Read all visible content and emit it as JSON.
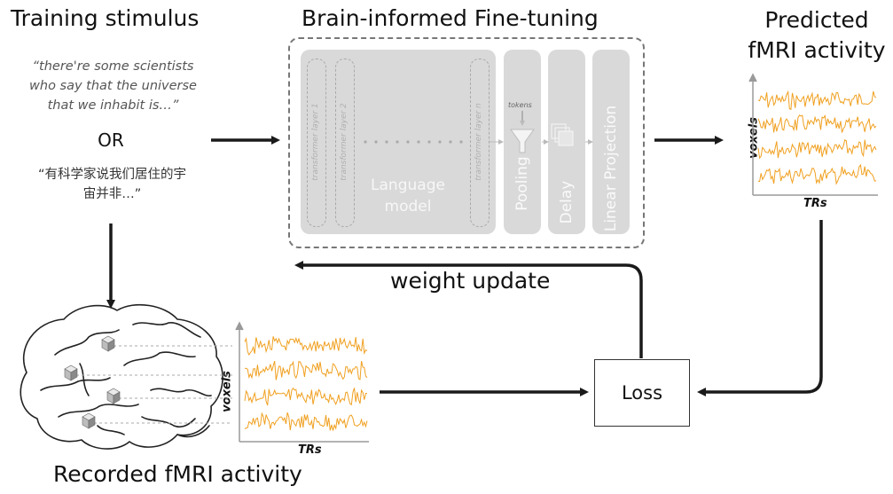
{
  "headings": {
    "training_stimulus": "Training stimulus",
    "fine_tuning": "Brain-informed Fine-tuning",
    "predicted": "Predicted\nfMRI activity",
    "recorded": "Recorded fMRI activity"
  },
  "stimulus": {
    "english_quote": "“there're some scientists\nwho say that the universe\nthat we inhabit is…”",
    "or_label": "OR",
    "chinese_quote": "“有科学家说我们居住的宇\n宙并非…”"
  },
  "model": {
    "layers": [
      "transformer layer 1",
      "transformer layer 2",
      "transformer layer n"
    ],
    "language_model_label": "Language\nmodel",
    "tokens_label": "tokens",
    "pooling_label": "Pooling",
    "delay_label": "Delay",
    "linear_projection_label": "Linear Projection"
  },
  "plots": {
    "voxels_label": "voxels",
    "trs_label": "TRs",
    "signal_color": "#f0a020"
  },
  "loss_label": "Loss",
  "weight_update_label": "weight update",
  "colors": {
    "panel_gray": "#d9d9d9",
    "arrow": "#1a1a1a",
    "dashed_border": "#777777"
  },
  "icons": [
    "brain-icon",
    "funnel-icon",
    "delay-stack-icon",
    "voxel-cube-icon"
  ]
}
